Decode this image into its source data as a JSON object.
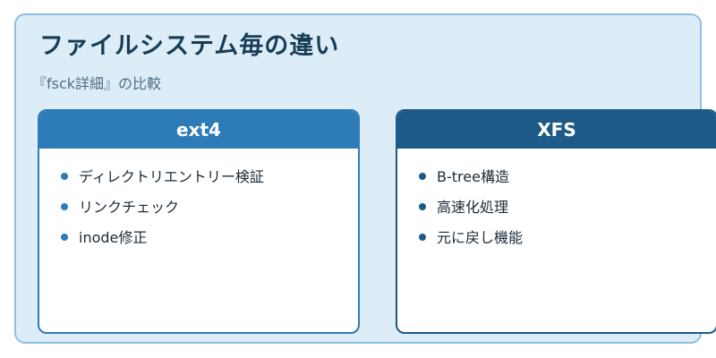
{
  "title": "ファイルシステム毎の違い",
  "subtitle": "『fsck詳細』の比較",
  "cards": [
    {
      "name": "ext4",
      "items": [
        "ディレクトリエントリー検証",
        "リンクチェック",
        "inode修正"
      ]
    },
    {
      "name": "XFS",
      "items": [
        "B-tree構造",
        "高速化処理",
        "元に戻し機能"
      ]
    }
  ],
  "colors": {
    "ext4_accent": "#2e7cb7",
    "xfs_accent": "#1e5a87",
    "frame_background": "#dcedf8"
  }
}
